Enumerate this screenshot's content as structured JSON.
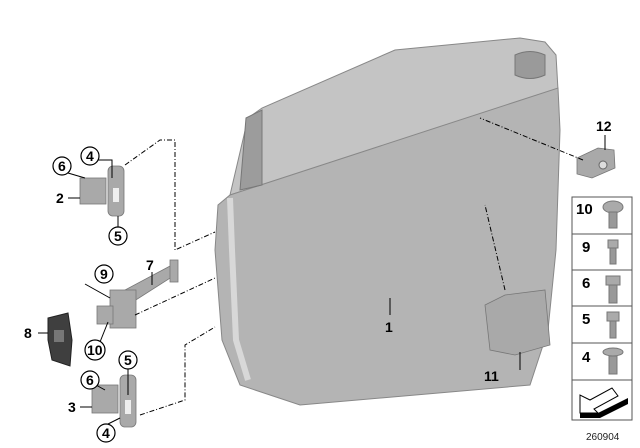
{
  "diagram": {
    "callouts": {
      "door": "1",
      "upper_hinge": "2",
      "lower_hinge": "3",
      "screw_upper": "4",
      "screw_lower": "4",
      "bolt_upper": "5",
      "bolt_lower": "5",
      "bolt6_upper": "6",
      "bolt6_lower": "6",
      "door_check": "7",
      "seal": "8",
      "bolt9": "9",
      "bolt10": "10",
      "bracket": "11",
      "latch_part": "12"
    },
    "fastener_legend": [
      "10",
      "9",
      "6",
      "5",
      "4"
    ],
    "reference_number": "260904"
  },
  "colors": {
    "part_gray": "#a9a9a9",
    "door_gray": "#b4b4b4",
    "outline": "#000000"
  }
}
